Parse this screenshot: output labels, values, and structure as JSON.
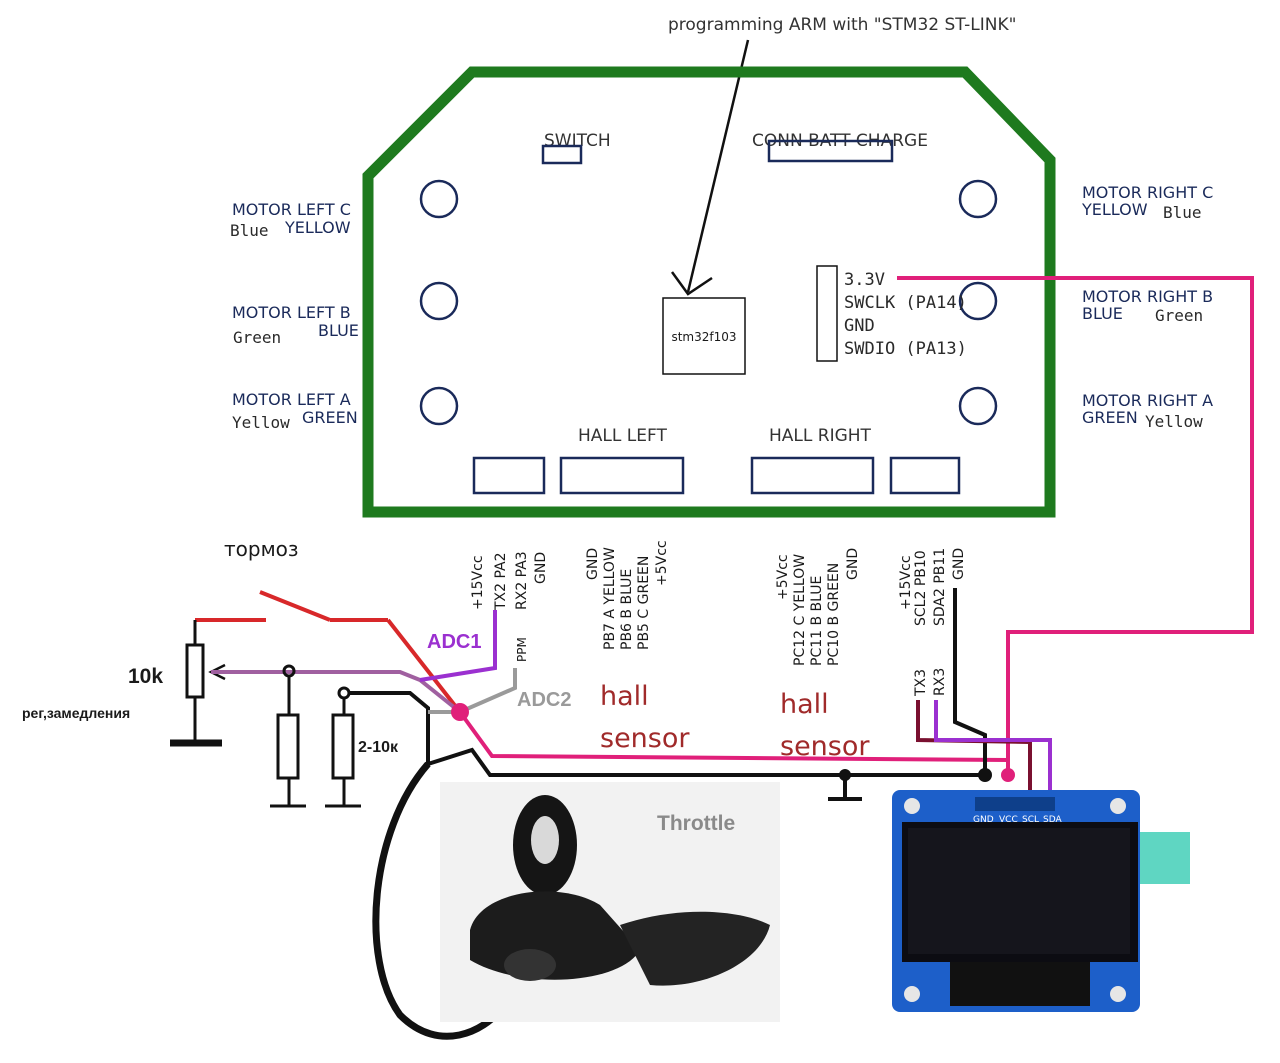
{
  "top_note": "programming ARM with \"STM32 ST-LINK\"",
  "board": {
    "switch_label": "SWITCH",
    "conn_label": "CONN BATT CHARGE",
    "chip_label": "stm32f103",
    "hall_left_label": "HALL LEFT",
    "hall_right_label": "HALL RIGHT",
    "swd_pins": [
      "3.3V",
      "SWCLK (PA14)",
      "GND",
      "SWDIO (PA13)"
    ]
  },
  "motors": {
    "left_c": {
      "name": "MOTOR LEFT C",
      "wire": "Blue",
      "color": "YELLOW"
    },
    "left_b": {
      "name": "MOTOR LEFT B",
      "wire": "Green",
      "color": "BLUE"
    },
    "left_a": {
      "name": "MOTOR LEFT A",
      "wire": "Yellow",
      "color": "GREEN"
    },
    "right_c": {
      "name": "MOTOR RIGHT C",
      "color": "YELLOW",
      "wire": "Blue"
    },
    "right_b": {
      "name": "MOTOR RIGHT B",
      "color": "BLUE",
      "wire": "Green"
    },
    "right_a": {
      "name": "MOTOR RIGHT A",
      "color": "GREEN",
      "wire": "Yellow"
    }
  },
  "connectors": {
    "left_uart": [
      "+15Vcc",
      "TX2  PA2",
      "RX2  PA3",
      "GND"
    ],
    "left_uart_sub": "PPM",
    "hall_left": [
      "GND",
      "PB7 A YELLOW",
      "PB6 B BLUE",
      "PB5 C GREEN",
      "+5Vcc"
    ],
    "hall_right": [
      "+5Vcc",
      "PC12 C YELLOW",
      "PC11 B BLUE",
      "PC10 B GREEN",
      "GND"
    ],
    "right_i2c": [
      "+15Vcc",
      "SCL2  PB10",
      "SDA2  PB11",
      "GND"
    ],
    "right_i2c_sub": [
      "TX3",
      "RX3"
    ]
  },
  "labels": {
    "brake": "тормоз",
    "pot_value": "10k",
    "pot_desc": "рег,замедления",
    "resistor_value": "2-10к",
    "adc1": "ADC1",
    "adc2": "ADC2",
    "hall_sensor_left": [
      "hall",
      "sensor"
    ],
    "hall_sensor_right": [
      "hall",
      "sensor"
    ],
    "throttle": "Throttle",
    "oled_pins": [
      "GND",
      "VCC",
      "SCL",
      "SDA"
    ]
  },
  "colors": {
    "board_outline": "#1e7a1e",
    "power_wire": "#e0207a",
    "adc1_wire": "#9b30d0",
    "adc2_wire": "#9a9a9a",
    "brake_wire": "#d8282a",
    "pot_wire": "#a060a0",
    "gnd_wire": "#111111",
    "tx3_wire": "#7a1030",
    "hall_text": "#a02a2a",
    "oled_pcb": "#1d5fc9"
  }
}
